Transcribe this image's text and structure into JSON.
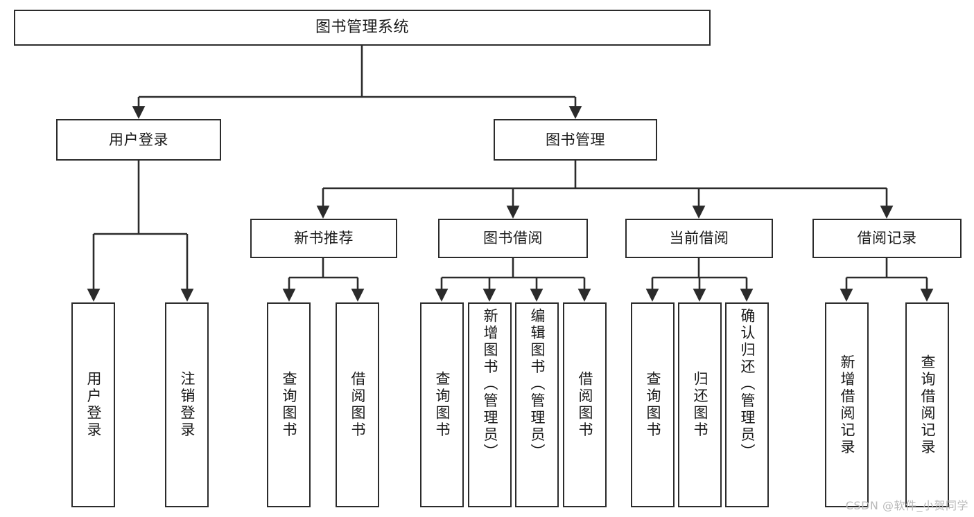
{
  "diagram": {
    "title": "图书管理系统",
    "type": "tree",
    "watermark": "CSDN @软件_小贺同学",
    "line_color": "#2b2b2b",
    "box_fill": "#ffffff",
    "text_color": "#1a1a1a",
    "watermark_color": "#b9b9b9"
  },
  "nodes": {
    "root": {
      "label": "图书管理系统"
    },
    "level1": [
      {
        "id": "user-login",
        "label": "用户登录"
      },
      {
        "id": "book-manage",
        "label": "图书管理"
      }
    ],
    "level2": [
      {
        "id": "new-book-recommend",
        "label": "新书推荐"
      },
      {
        "id": "book-borrow",
        "label": "图书借阅"
      },
      {
        "id": "current-borrow",
        "label": "当前借阅"
      },
      {
        "id": "borrow-record",
        "label": "借阅记录"
      }
    ],
    "leaves": {
      "user_login": [
        {
          "id": "leaf-user-login",
          "label": "用户登录"
        },
        {
          "id": "leaf-logout",
          "label": "注销登录"
        }
      ],
      "new_book_recommend": [
        {
          "id": "leaf-query-book-1",
          "label": "查询图书"
        },
        {
          "id": "leaf-borrow-book-1",
          "label": "借阅图书"
        }
      ],
      "book_borrow": [
        {
          "id": "leaf-query-book-2",
          "label": "查询图书"
        },
        {
          "id": "leaf-add-book",
          "label": "新增图书（管理员）"
        },
        {
          "id": "leaf-edit-book",
          "label": "编辑图书（管理员）"
        },
        {
          "id": "leaf-borrow-book-2",
          "label": "借阅图书"
        }
      ],
      "current_borrow": [
        {
          "id": "leaf-query-book-3",
          "label": "查询图书"
        },
        {
          "id": "leaf-return-book",
          "label": "归还图书"
        },
        {
          "id": "leaf-confirm-return",
          "label": "确认归还（管理员）"
        }
      ],
      "borrow_record": [
        {
          "id": "leaf-add-record",
          "label": "新增借阅记录"
        },
        {
          "id": "leaf-query-record",
          "label": "查询借阅记录"
        }
      ]
    }
  }
}
